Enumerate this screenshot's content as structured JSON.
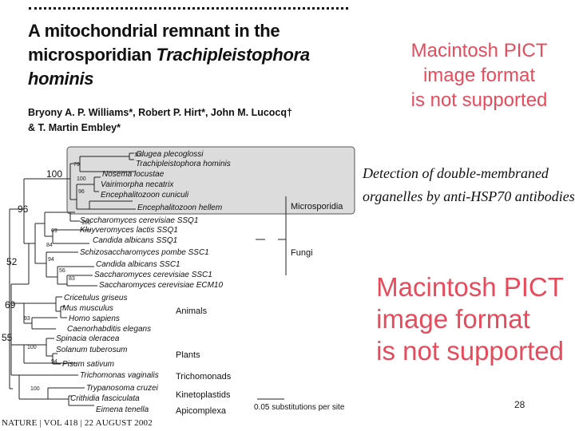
{
  "article": {
    "title_line1": "A mitochondrial remnant in the",
    "title_line2_plain": "microsporidian ",
    "title_line2_italic": "Trachipleistophora",
    "title_line3_italic": "hominis",
    "authors_line1": "Bryony A. P. Williams*, Robert P. Hirt*, John M. Lucocq†",
    "authors_line2": "& T. Martin Embley*"
  },
  "placeholder_top": [
    "Macintosh PICT",
    "image format",
    "is not supported"
  ],
  "placeholder_bottom": [
    "Macintosh PICT",
    "image format",
    "is not supported"
  ],
  "detection_text": "Detection of double-membraned organelles by anti-HSP70 antibodies",
  "tree": {
    "taxa": [
      "Glugea plecoglossi",
      "Trachipleistophora hominis",
      "Nosema locustae",
      "Vairimorpha necatrix",
      "Encephalitozoon cuniculi",
      "Encephalitozoon hellem",
      "Saccharomyces cerevisiae SSQ1",
      "Kluyveromyces lactis SSQ1",
      "Candida albicans SSQ1",
      "Schizosaccharomyces pombe SSC1",
      "Candida albicans SSC1",
      "Saccharomyces cerevisiae SSC1",
      "Saccharomyces cerevisiae ECM10",
      "Cricetulus griseus",
      "Mus musculus",
      "Homo sapiens",
      "Caenorhabditis elegans",
      "Spinacia oleracea",
      "Solanum tuberosum",
      "Pisum sativum",
      "Trichomonas vaginalis",
      "Trypanosoma cruzei",
      "Crithidia fasciculata",
      "Eimena tenella"
    ],
    "groups": [
      "Microsporidia",
      "Fungi",
      "Animals",
      "Plants",
      "Trichomonads",
      "Kinetoplastids",
      "Apicomplexa"
    ],
    "bootstrap_small": [
      "100",
      "79",
      "100",
      "96",
      "100",
      "69",
      "84",
      "94",
      "56",
      "83",
      "93",
      "100",
      "94",
      "100"
    ],
    "bootstrap_large": [
      "100",
      "96",
      "52",
      "69",
      "55"
    ],
    "scale_label": "0.05 substitutions per site"
  },
  "citation": "NATURE | VOL 418 | 22 AUGUST 2002",
  "page_number": "28"
}
